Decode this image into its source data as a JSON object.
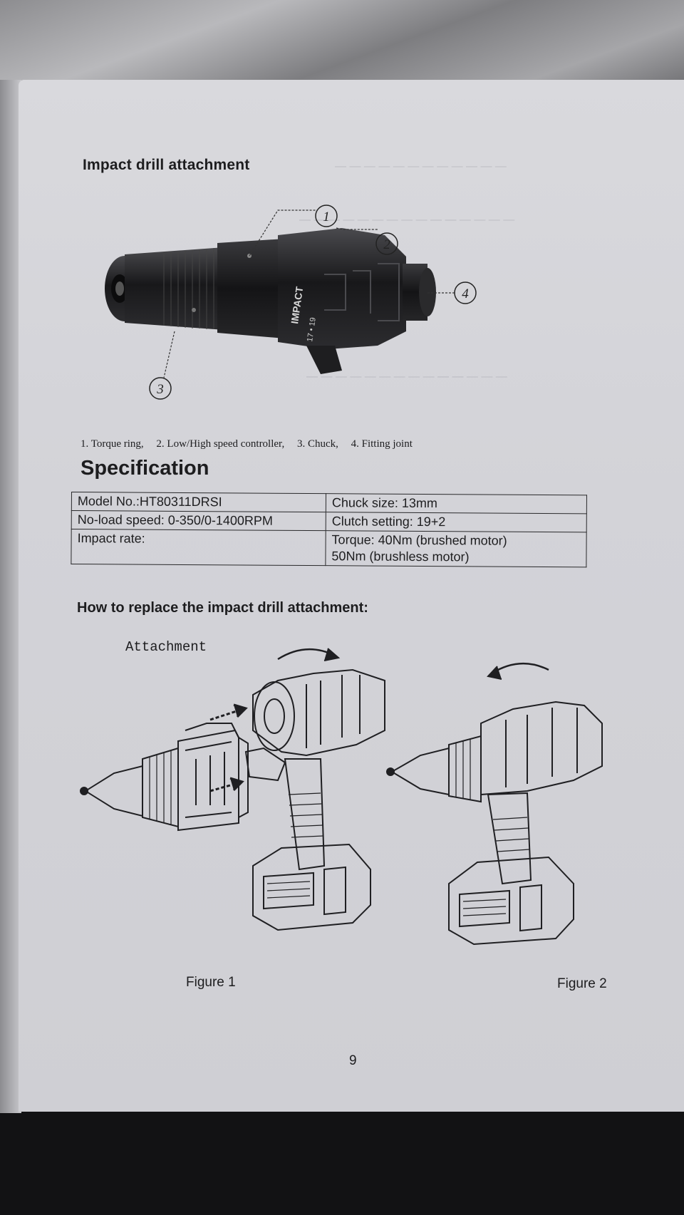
{
  "section_heading": "Impact drill attachment",
  "callouts": [
    "1",
    "2",
    "3",
    "4"
  ],
  "drill_body_text": "IMPACT",
  "drill_setting_text": "17 • 19",
  "parts": [
    "1. Torque ring,",
    "2. Low/High speed controller,",
    "3. Chuck,",
    "4. Fitting joint"
  ],
  "specification": {
    "title": "Specification",
    "rows": [
      [
        "Model No.:HT80311DRSI",
        "Chuck size: 13mm"
      ],
      [
        "No-load speed: 0-350/0-1400RPM",
        "Clutch setting: 19+2"
      ],
      [
        "Impact rate:",
        "Torque: 40Nm (brushed motor)"
      ]
    ],
    "torque_extra": "50Nm (brushless motor)"
  },
  "replace": {
    "title": "How to replace the impact drill attachment:",
    "attachment_label": "Attachment",
    "figure1": "Figure 1",
    "figure2": "Figure 2"
  },
  "page_number": "9"
}
